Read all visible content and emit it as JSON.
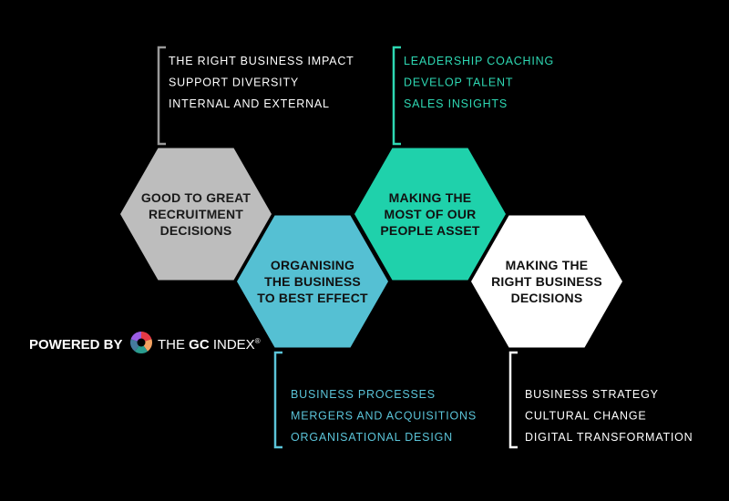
{
  "colors": {
    "background": "#000000",
    "hex_grey": "#bdbdbd",
    "hex_blue": "#55c0d3",
    "hex_green": "#1fd1ab",
    "hex_white": "#ffffff",
    "list_white": "#ffffff",
    "list_blue": "#5bc4d9",
    "list_green": "#2ed8b3",
    "bracket_grey": "#9a9a9a"
  },
  "hexagons": [
    {
      "id": "recruitment",
      "color": "hex_grey",
      "lines": [
        "GOOD TO GREAT",
        "RECRUITMENT",
        "DECISIONS"
      ]
    },
    {
      "id": "organising",
      "color": "hex_blue",
      "lines": [
        "ORGANISING",
        "THE BUSINESS",
        "TO BEST EFFECT"
      ]
    },
    {
      "id": "people",
      "color": "hex_green",
      "lines": [
        "MAKING THE",
        "MOST OF OUR",
        "PEOPLE ASSET"
      ]
    },
    {
      "id": "business",
      "color": "hex_white",
      "lines": [
        "MAKING THE",
        "RIGHT BUSINESS",
        "DECISIONS"
      ]
    }
  ],
  "lists": [
    {
      "id": "recruitment",
      "color": "list_white",
      "bracket": "bracket_grey",
      "items": [
        "THE RIGHT BUSINESS IMPACT",
        "SUPPORT DIVERSITY",
        "INTERNAL AND EXTERNAL"
      ]
    },
    {
      "id": "people",
      "color": "list_green",
      "bracket": "list_green",
      "items": [
        "LEADERSHIP COACHING",
        "DEVELOP TALENT",
        "SALES INSIGHTS"
      ]
    },
    {
      "id": "organising",
      "color": "list_blue",
      "bracket": "list_blue",
      "items": [
        "BUSINESS PROCESSES",
        "MERGERS AND ACQUISITIONS",
        "ORGANISATIONAL DESIGN"
      ]
    },
    {
      "id": "business",
      "color": "list_white",
      "bracket": "list_white",
      "items": [
        "BUSINESS STRATEGY",
        "CULTURAL CHANGE",
        "DIGITAL TRANSFORMATION"
      ]
    }
  ],
  "branding": {
    "powered_by": "POWERED BY",
    "brand_the": "THE ",
    "brand_gc": "GC",
    "brand_index": " INDEX",
    "registered": "®",
    "logo_icon": "gc-index-logo-icon",
    "logo_colors": [
      "#e63946",
      "#f4a261",
      "#2a9d8f",
      "#457b9d",
      "#9b5de5"
    ]
  }
}
